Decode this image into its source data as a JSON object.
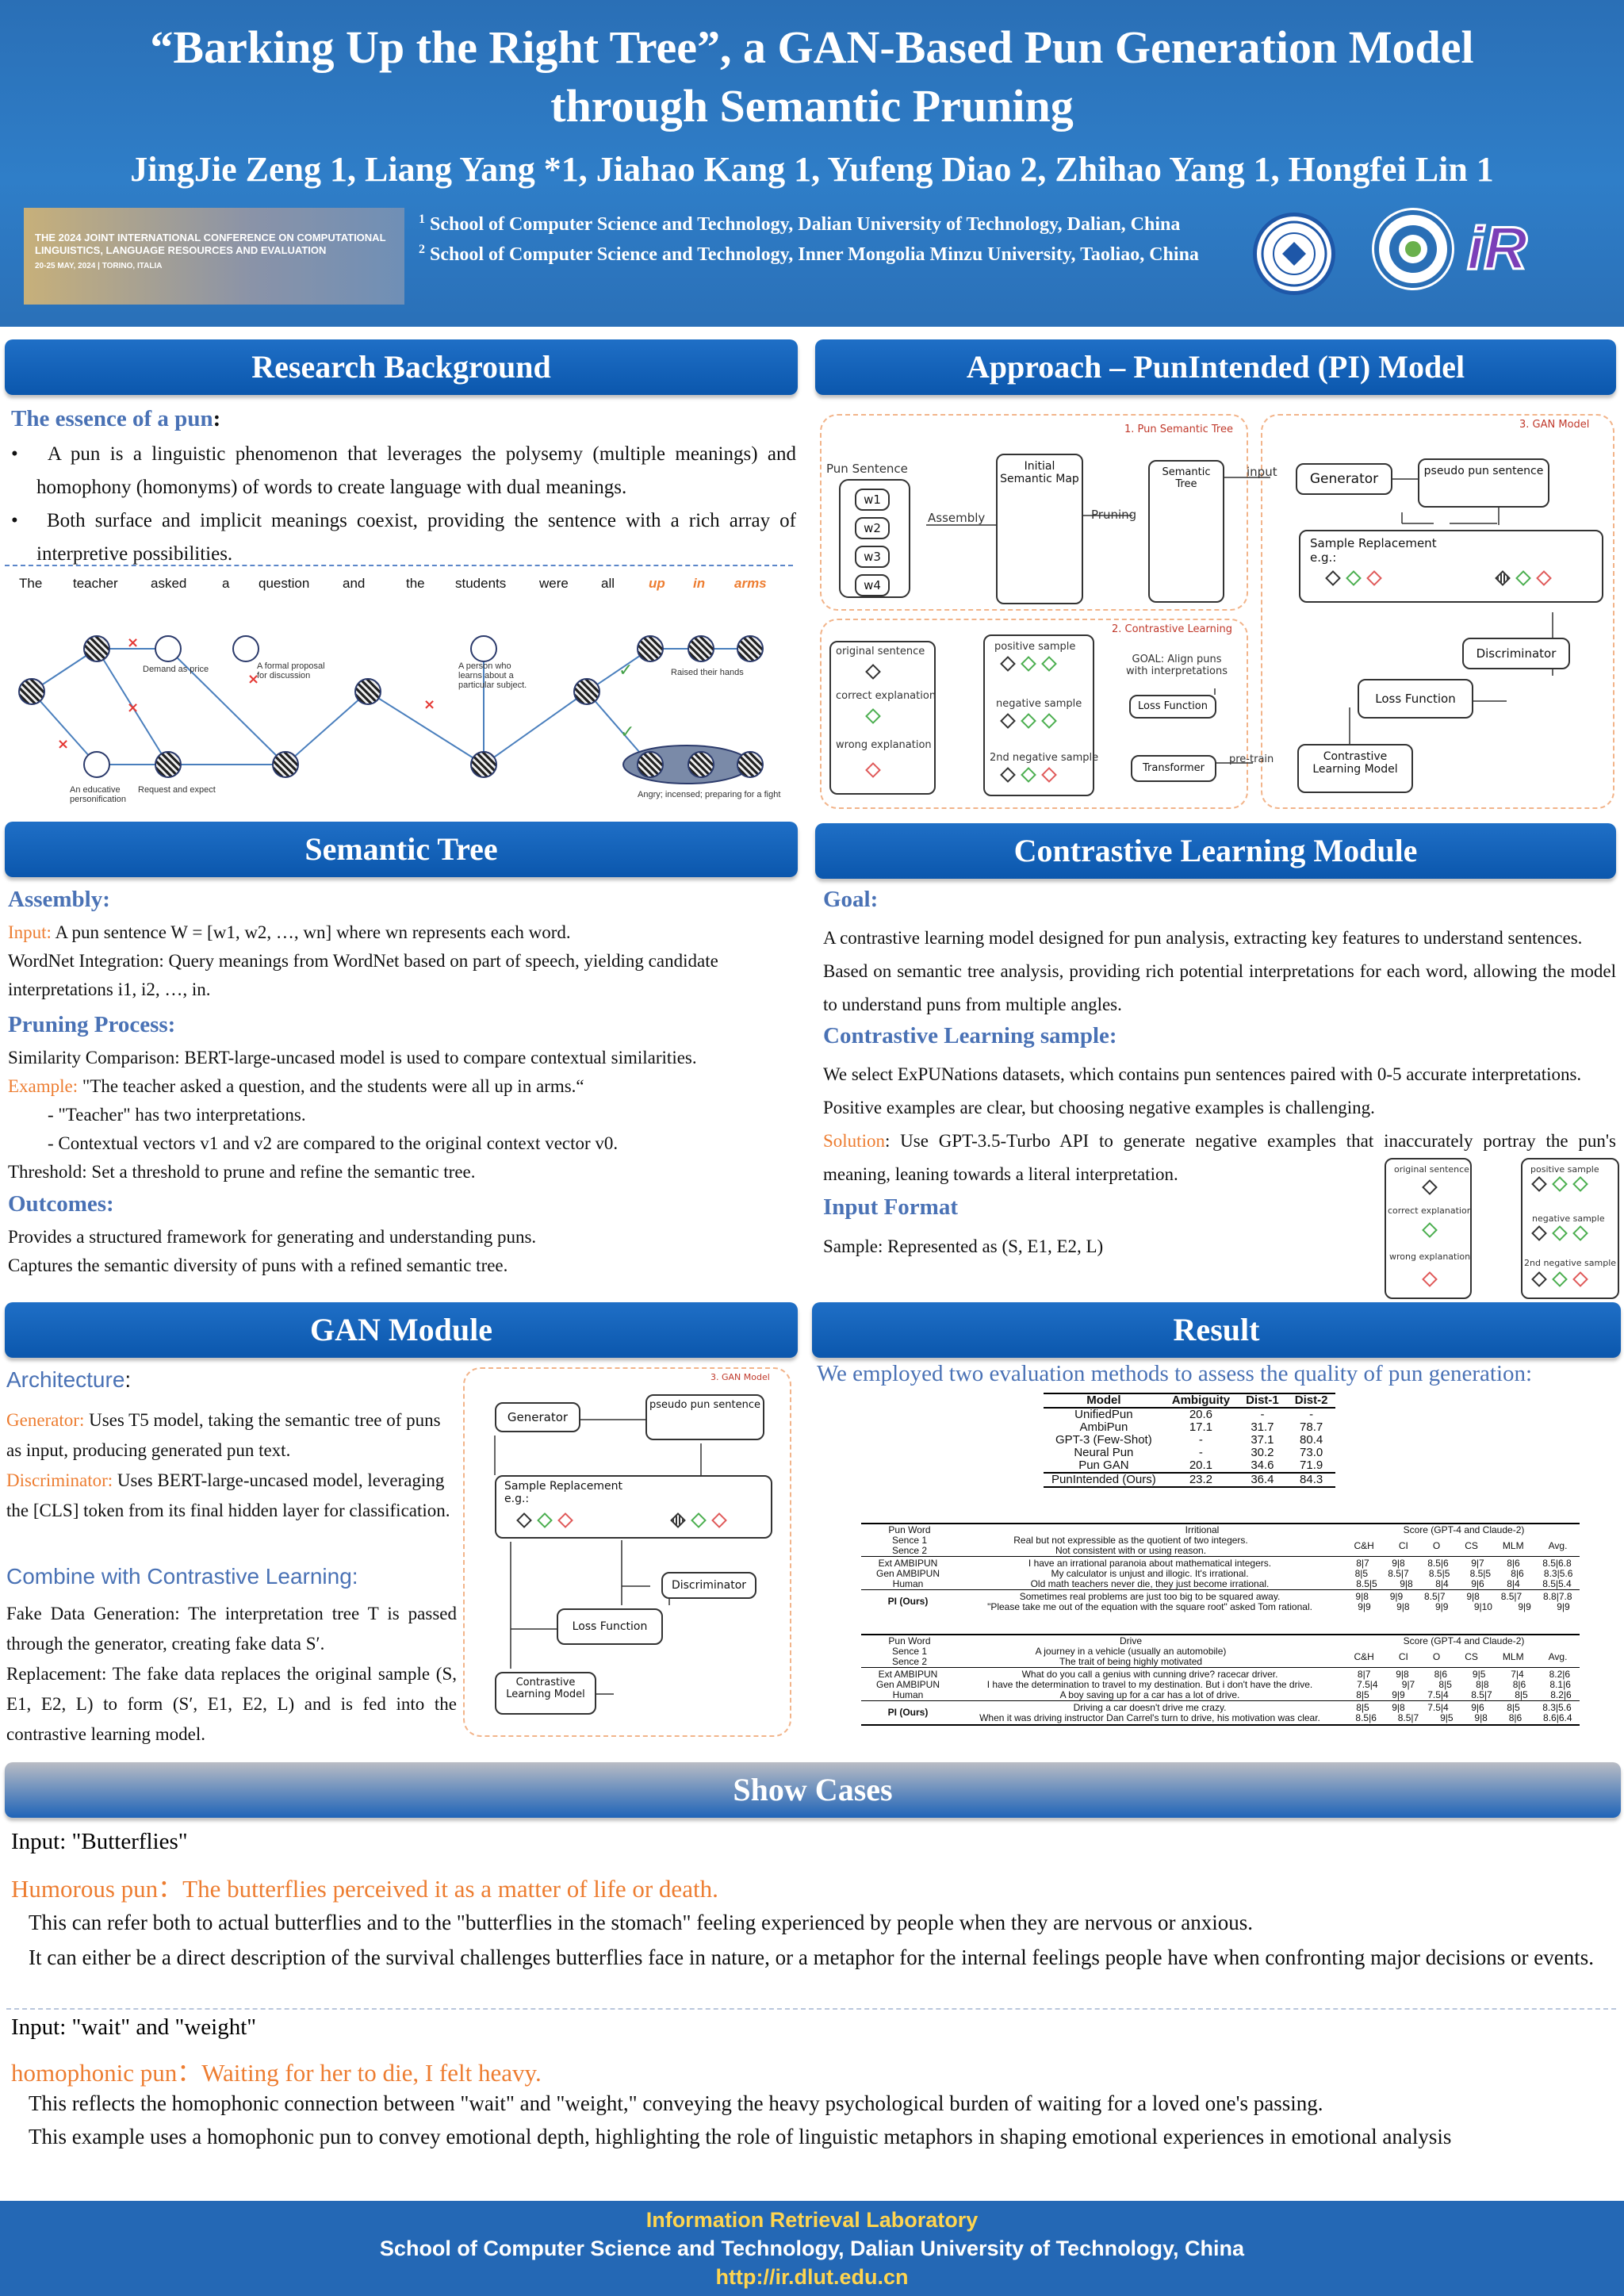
{
  "header": {
    "title_line1": "“Barking Up the Right Tree”, a GAN-Based Pun Generation Model",
    "title_line2": "through Semantic Pruning",
    "authors": "JingJie Zeng 1, Liang Yang *1, Jiahao Kang  1, Yufeng Diao  2, Zhihao Yang  1, Hongfei Lin  1",
    "aff1": "School of Computer Science and Technology, Dalian University of Technology, Dalian, China",
    "aff2": "School of Computer Science and Technology, Inner Mongolia Minzu University, Taoliao, China",
    "aff1_sup": "1",
    "aff2_sup": "2",
    "conf_logo_text": "THE 2024 JOINT INTERNATIONAL CONFERENCE ON COMPUTATIONAL LINGUISTICS, LANGUAGE RESOURCES AND EVALUATION",
    "conf_logo_sub": "20-25 MAY, 2024 | TORINO, ITALIA",
    "ir_logo": "iR"
  },
  "sections": {
    "background": "Research Background",
    "approach": "Approach – PunIntended (PI) Model",
    "semantic_tree": "Semantic Tree",
    "contrastive": "Contrastive Learning Module",
    "gan": "GAN Module",
    "result": "Result",
    "show_cases": "Show Cases"
  },
  "background": {
    "essence_title": "The essence of a pun",
    "essence_colon": ":",
    "bullet1": "A pun is a linguistic phenomenon that leverages the polysemy (multiple meanings) and homophony (homonyms) of words to create language with dual meanings.",
    "bullet2": "Both surface and implicit meanings coexist, providing the sentence with a rich array of interpretive possibilities.",
    "words": [
      "The",
      "teacher",
      "asked",
      "a",
      "question",
      "and",
      "the",
      "students",
      "were",
      "all",
      "up",
      "in",
      "arms"
    ],
    "lbl_demand": "Demand as price",
    "lbl_formal": "A formal proposal for discussion",
    "lbl_person": "A person who learns about a particular subject.",
    "lbl_raised": "Raised their hands",
    "lbl_educative": "An educative personification",
    "lbl_request": "Request and expect",
    "lbl_angry": "Angry; incensed; preparing for a fight"
  },
  "approach": {
    "label_tree": "1. Pun Semantic Tree",
    "label_gan": "3. GAN Model",
    "label_cl": "2. Contrastive Learning",
    "pun_sentence": "Pun Sentence",
    "w": [
      "w1",
      "w2",
      "w3",
      "w4"
    ],
    "initial_map": "Initial Semantic Map",
    "assembly": "Assembly",
    "pruning": "Pruning",
    "semantic_tree": "Semantic Tree",
    "input": "input",
    "generator": "Generator",
    "pseudo": "pseudo pun sentence",
    "sample_replacement": "Sample Replacement",
    "eg": "e.g.:",
    "discriminator": "Discriminator",
    "loss": "Loss Function",
    "contrastive_model": "Contrastive Learning Model",
    "original": "original sentence",
    "correct": "correct explanation",
    "wrong": "wrong explanation",
    "positive": "positive sample",
    "negative": "negative sample",
    "negative2": "2nd negative sample",
    "goal": "GOAL: Align puns with interpretations",
    "transformer": "Transformer",
    "pretrain": "pre-train"
  },
  "semantic_tree": {
    "assembly_title": "Assembly:",
    "input_label": "Input:",
    "input_text": "A pun sentence W = [w1, w2, …, wn] where wn represents each word.",
    "wordnet": "WordNet Integration: Query meanings from WordNet based on part of speech, yielding candidate interpretations i1, i2, …, in.",
    "pruning_title": "Pruning Process:",
    "similarity": "Similarity Comparison: BERT-large-uncased model is used to compare contextual similarities.",
    "example_label": "Example:",
    "example_text": "\"The teacher asked a question, and the students were all up in arms.“",
    "teacher": "- \"Teacher\" has two interpretations.",
    "vectors": "- Contextual vectors v1 and v2 are compared to the original context vector v0.",
    "threshold": "Threshold: Set a threshold to prune and refine the semantic tree.",
    "outcomes_title": "Outcomes:",
    "out1": "Provides a structured framework for generating and understanding puns.",
    "out2": "Captures the semantic diversity of puns with a refined semantic tree."
  },
  "contrastive": {
    "goal_title": "Goal:",
    "goal1": "A contrastive learning model designed for pun analysis, extracting key features to understand sentences.",
    "goal2": "Based on semantic tree analysis, providing rich potential interpretations for each word, allowing the model to understand puns from multiple angles.",
    "sample_title": "Contrastive Learning sample:",
    "sample1": "We select ExPUNations datasets, which contains pun sentences paired with 0-5 accurate interpretations.",
    "sample2": "Positive examples are clear, but choosing negative examples is challenging.",
    "solution_label": "Solution",
    "solution_text": ": Use GPT-3.5-Turbo API to generate negative examples that inaccurately portray the pun's meaning, leaning towards a literal interpretation.",
    "format_title": "Input Format",
    "format_text": "Sample: Represented as (S, E1, E2, L)"
  },
  "gan": {
    "arch_title": "Architecture",
    "arch_colon": ":",
    "generator_label": "Generator:",
    "generator_text": " Uses T5 model, taking the semantic tree of puns as input, producing generated pun text.",
    "disc_label": "Discriminator:",
    "disc_text": " Uses BERT-large-uncased model, leveraging the [CLS] token from its final hidden layer for classification.",
    "combine_title": "Combine with Contrastive Learning:",
    "fake": "Fake Data Generation: The interpretation tree T is passed through the generator, creating fake data S′.",
    "replacement": "Replacement: The fake data replaces the original sample (S, E1, E2, L) to form (S′, E1, E2, L) and is fed into the contrastive learning model."
  },
  "result": {
    "intro": "We employed two evaluation methods to assess the quality of pun generation:",
    "headers": [
      "Model",
      "Ambiguity",
      "Dist-1",
      "Dist-2"
    ],
    "rows": [
      [
        "UnifiedPun",
        "20.6",
        "-",
        "-"
      ],
      [
        "AmbiPun",
        "17.1",
        "31.7",
        "78.7"
      ],
      [
        "GPT-3 (Few-Shot)",
        "-",
        "37.1",
        "80.4"
      ],
      [
        "Neural Pun",
        "-",
        "30.2",
        "73.0"
      ],
      [
        "Pun GAN",
        "20.1",
        "34.6",
        "71.9"
      ],
      [
        "PunIntended (Ours)",
        "23.2",
        "36.4",
        "84.3"
      ]
    ],
    "table2_block1": {
      "head_left": [
        "Pun Word",
        "Sence 1",
        "Sence 2"
      ],
      "head_mid": [
        "Irritional",
        "Real but not expressible as the quotient of two integers.",
        "Not consistent with or using reason."
      ],
      "score_title": "Score (GPT-4 and Claude-2)",
      "score_cols": [
        "C&H",
        "CI",
        "O",
        "CS",
        "MLM",
        "Avg."
      ],
      "rows": [
        [
          "Ext AMBIPUN",
          "I have an irrational paranoia about mathematical integers.",
          "8|7",
          "9|8",
          "8.5|6",
          "9|7",
          "8|6",
          "8.5|6.8"
        ],
        [
          "Gen AMBIPUN",
          "My calculator is unjust and illogic. It's irrational.",
          "8|5",
          "8.5|7",
          "8.5|5",
          "8.5|5",
          "8|6",
          "8.3|5.6"
        ],
        [
          "Human",
          "Old math teachers never die, they just become irrational.",
          "8.5|5",
          "9|8",
          "8|4",
          "9|6",
          "8|4",
          "8.5|5.4"
        ],
        [
          "PI (Ours)",
          "Sometimes real problems are just too big to be squared away.",
          "9|8",
          "9|9",
          "8.5|7",
          "9|8",
          "8.5|7",
          "8.8|7.8"
        ],
        [
          "",
          "\"Please take me out of the equation with the square root\" asked Tom rational.",
          "9|9",
          "9|8",
          "9|9",
          "9|10",
          "9|9",
          "9|9"
        ]
      ]
    },
    "table2_block2": {
      "head_left": [
        "Pun Word",
        "Sence 1",
        "Sence 2"
      ],
      "head_mid": [
        "Drive",
        "A journey in a vehicle (usually an automobile)",
        "The trait of being highly motivated"
      ],
      "score_title": "Score (GPT-4 and Claude-2)",
      "score_cols": [
        "C&H",
        "CI",
        "O",
        "CS",
        "MLM",
        "Avg."
      ],
      "rows": [
        [
          "Ext AMBIPUN",
          "What do you call a genius with cunning drive? racecar driver.",
          "8|7",
          "9|8",
          "8|6",
          "9|5",
          "7|4",
          "8.2|6"
        ],
        [
          "Gen AMBIPUN",
          "I have the determination to travel to my destination. But i don't have the drive.",
          "7.5|4",
          "9|7",
          "8|5",
          "8|8",
          "8|6",
          "8.1|6"
        ],
        [
          "Human",
          "A boy saving up for a car has a lot of drive.",
          "8|5",
          "9|9",
          "7.5|4",
          "8.5|7",
          "8|5",
          "8.2|6"
        ],
        [
          "PI (Ours)",
          "Driving a car doesn't drive me crazy.",
          "8|5",
          "9|8",
          "7.5|4",
          "9|6",
          "8|5",
          "8.3|5.6"
        ],
        [
          "",
          "When it was driving instructor Dan Carrel's turn to drive, his motivation was clear.",
          "8.5|6",
          "8.5|7",
          "9|5",
          "9|8",
          "8|6",
          "8.6|6.4"
        ]
      ]
    }
  },
  "show_cases": {
    "input1": "Input: \"Butterflies\"",
    "pun1_label": "Humorous pun：",
    "pun1_text": "The butterflies perceived it as a matter of life or death.",
    "pun1_exp1": "This can refer both to actual butterflies and to the \"butterflies in the stomach\" feeling experienced by people when they are nervous or anxious.",
    "pun1_exp2": "It can either be a direct description of the survival challenges butterflies face in nature, or a metaphor for the internal feelings people have when confronting major decisions or events.",
    "input2": "Input: \"wait\" and \"weight\"",
    "pun2_label": "homophonic pun：",
    "pun2_text": "Waiting for her to die, I felt heavy.",
    "pun2_exp1": "This reflects the homophonic connection between \"wait\" and \"weight,\" conveying the heavy psychological burden of waiting for a loved one's passing.",
    "pun2_exp2": "This example uses a homophonic pun to convey emotional depth, highlighting the role of linguistic metaphors in shaping emotional experiences in emotional analysis"
  },
  "footer": {
    "lab": "Information Retrieval Laboratory",
    "school": "School of Computer Science and Technology, Dalian University of Technology, China",
    "url": "http://ir.dlut.edu.cn"
  },
  "colors": {
    "banner": "#2f7ec8",
    "section_bar": "#1565c0",
    "accent_orange": "#ed7d31",
    "subheading_blue": "#4a72b5",
    "footer": "#2468b5",
    "footer_lab": "#ffd54f"
  },
  "icons": [
    "dut-seal-icon",
    "imu-seal-icon",
    "ir-lab-logo-icon",
    "diamond-icon",
    "cross-icon",
    "check-icon"
  ]
}
